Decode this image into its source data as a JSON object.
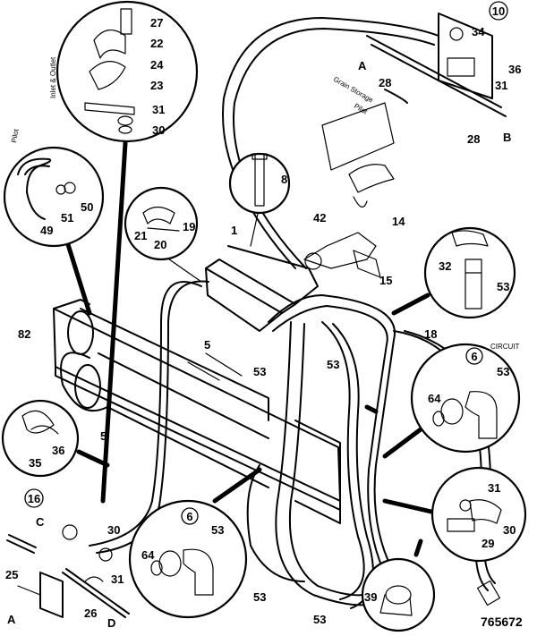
{
  "figure_number": "765672",
  "notes": {
    "top_left_vertical": "Inlet & Outlet",
    "left_vertical": "Pilot",
    "center_diagonal": "Grain Storage",
    "center_diagonal_2": "Pilot",
    "right_arrow_text": "CIRCUIT"
  },
  "circled_refs": [
    "10",
    "6",
    "6",
    "6",
    "16"
  ],
  "labels": {
    "l27": "27",
    "l22": "22",
    "l24": "24",
    "l23": "23",
    "l31a": "31",
    "l30a": "30",
    "l34": "34",
    "l36": "36",
    "l31b": "31",
    "l28a": "28",
    "l28b": "28",
    "lA1": "A",
    "lB1": "B",
    "l49": "49",
    "l51": "51",
    "l50": "50",
    "l8": "8",
    "l42": "42",
    "l14": "14",
    "l15": "15",
    "l21": "21",
    "l20": "20",
    "l19": "19",
    "l1": "1",
    "l32": "32",
    "l53a": "53",
    "l82": "82",
    "l5a": "5",
    "l5b": "5",
    "l53b": "53",
    "l53c": "53",
    "l18": "18",
    "l53d": "53",
    "l64a": "64",
    "l35": "35",
    "l36b": "36",
    "lC": "C",
    "l30b": "30",
    "l25": "25",
    "l31c": "31",
    "l26": "26",
    "lD": "D",
    "lA2": "A",
    "l64b": "64",
    "l53e": "53",
    "l53f": "53",
    "l53g": "53",
    "l31d": "31",
    "l29": "29",
    "l30c": "30",
    "l39": "39"
  }
}
